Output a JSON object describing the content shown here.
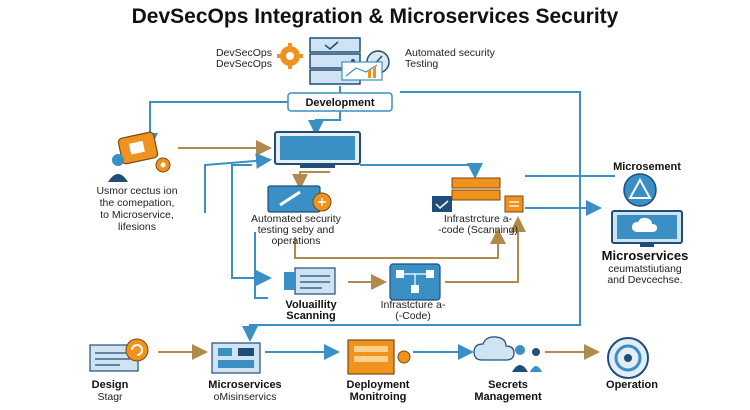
{
  "title": "DevSecOps Integration & Microservices Security",
  "top": {
    "left_label_1": "DevSecOps",
    "left_label_2": "DevSecOps",
    "right_label_1": "Automated security",
    "right_label_2": "Testing",
    "center_box": "Development"
  },
  "left_note": {
    "line1": "Usmor cectus ion",
    "line2": "the comepation,",
    "line3": "to Microservice,",
    "line4": "lifesions"
  },
  "middle": {
    "auto_test_1": "Automated security",
    "auto_test_2": "testing seby and",
    "auto_test_3": "operations",
    "iac_scan_1": "Infrastrcture a-",
    "iac_scan_2": "-code (Scanning)",
    "vuln_1": "Voluaillity",
    "vuln_2": "Scanning",
    "iac_1": "Infrastcture a-",
    "iac_2": "(-Code)"
  },
  "right": {
    "top_label": "Microsement",
    "title": "Microservices",
    "line1": "ceumatstiutiang",
    "line2": "and Devcechse."
  },
  "bottom": {
    "design_1": "Design",
    "design_2": "Stagr",
    "micro_1": "Microservices",
    "micro_2": "oMisinservics",
    "deploy_1": "Deployment",
    "deploy_2": "Monitroing",
    "secrets_1": "Secrets",
    "secrets_2": "Management",
    "operation": "Operation"
  },
  "colors": {
    "flow_blue": "#3a8fc4",
    "flow_brown": "#b08a4a",
    "accent_orange": "#f0921e",
    "icon_navy": "#1f4e79",
    "icon_light": "#cfe3f3"
  },
  "icons": [
    "gear-icon",
    "server-stack-icon",
    "gauge-icon",
    "chart-icon",
    "monitor-icon",
    "person-gear-icon",
    "tools-icon",
    "checklist-icon",
    "network-icon",
    "triangle-globe-icon",
    "cloud-monitor-icon",
    "cycle-icon",
    "layers-icon",
    "people-cloud-icon",
    "cog-ring-icon"
  ]
}
